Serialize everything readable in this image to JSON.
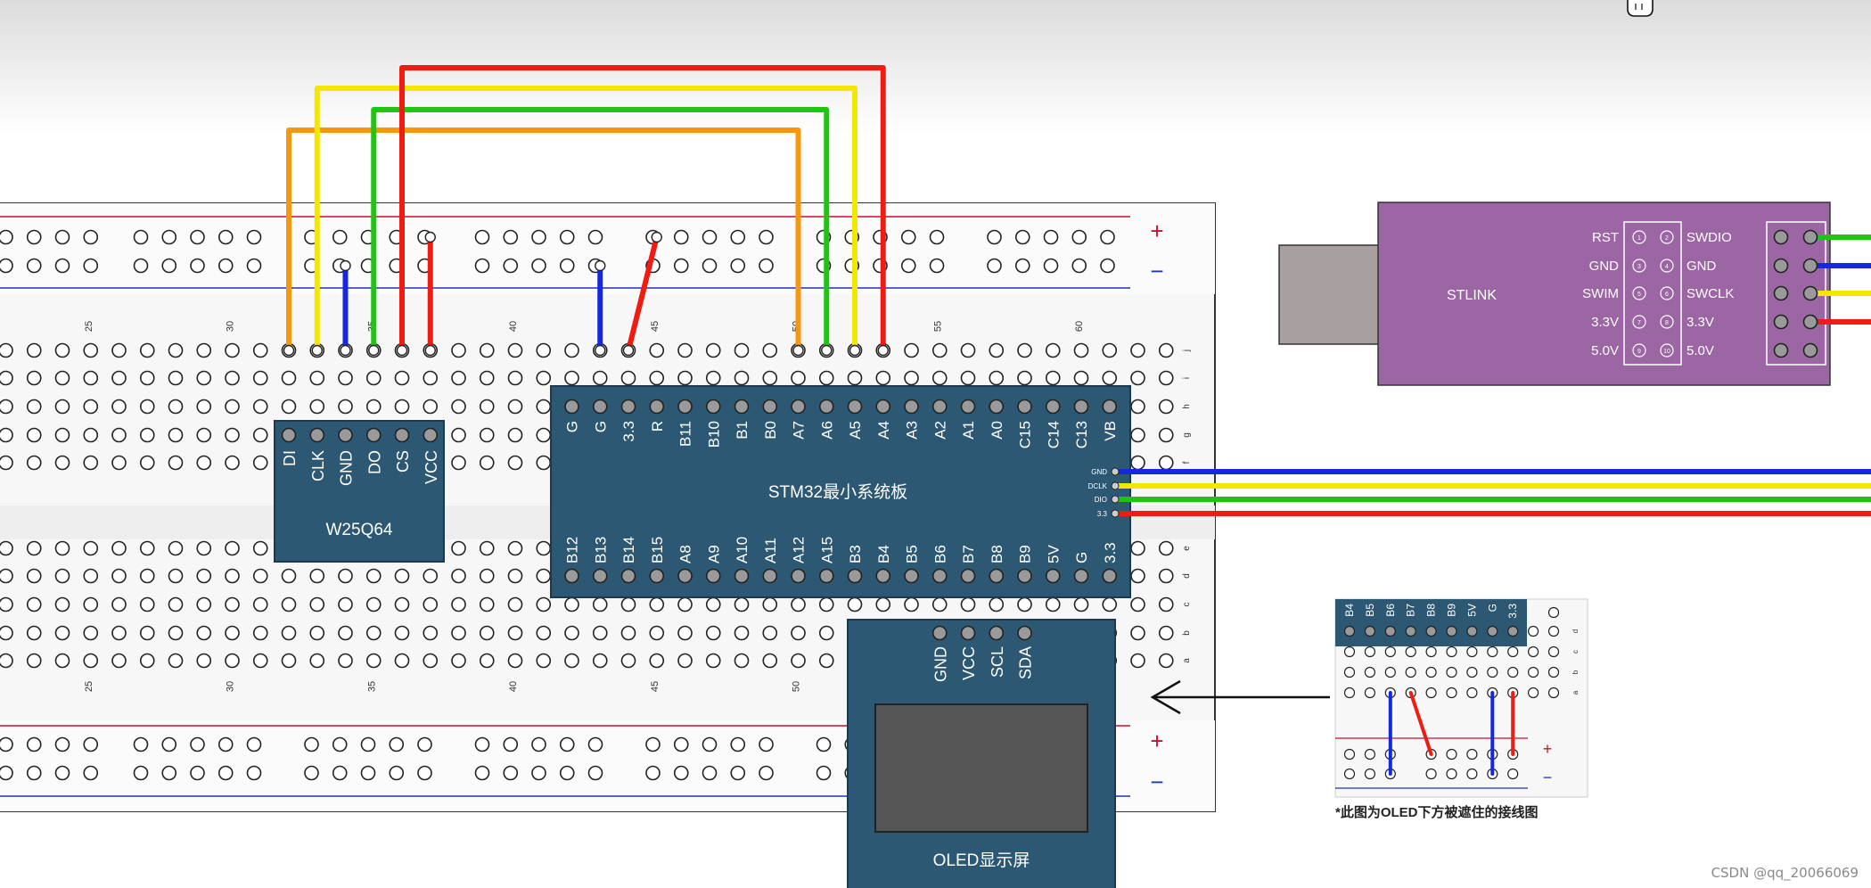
{
  "breadboard": {
    "column_numbers": [
      "25",
      "30",
      "35",
      "40",
      "45",
      "50",
      "55",
      "60"
    ],
    "row_letters": [
      "j",
      "i",
      "h",
      "g",
      "f",
      "e",
      "d",
      "c",
      "b",
      "a"
    ],
    "plus_sign": "+",
    "minus_sign": "−",
    "colors": {
      "red_rail": "#c8102e",
      "blue_rail": "#2033b8",
      "hole_stroke": "#222222"
    }
  },
  "w25q64": {
    "title": "W25Q64",
    "pins": [
      "DI",
      "CLK",
      "GND",
      "DO",
      "CS",
      "VCC"
    ],
    "color": "#2d5873"
  },
  "stm32": {
    "title": "STM32最小系统板",
    "top_pins": [
      "G",
      "G",
      "3.3",
      "R",
      "B11",
      "B10",
      "B1",
      "B0",
      "A7",
      "A6",
      "A5",
      "A4",
      "A3",
      "A2",
      "A1",
      "A0",
      "C15",
      "C14",
      "C13",
      "VB"
    ],
    "bottom_pins": [
      "B12",
      "B13",
      "B14",
      "B15",
      "A8",
      "A9",
      "A10",
      "A11",
      "A12",
      "A15",
      "B3",
      "B4",
      "B5",
      "B6",
      "B7",
      "B8",
      "B9",
      "5V",
      "G",
      "3.3"
    ],
    "side_pins": [
      "GND",
      "DCLK",
      "DIO",
      "3.3"
    ],
    "color": "#2d5873"
  },
  "oled": {
    "title": "OLED显示屏",
    "pins": [
      "GND",
      "VCC",
      "SCL",
      "SDA"
    ],
    "color": "#2d5873",
    "screen_color": "#555555"
  },
  "stlink": {
    "title": "STLINK",
    "left_labels": [
      "RST",
      "GND",
      "SWIM",
      "3.3V",
      "5.0V"
    ],
    "right_labels": [
      "SWDIO",
      "GND",
      "SWCLK",
      "3.3V",
      "5.0V"
    ],
    "pin_numbers": [
      "1",
      "2",
      "3",
      "4",
      "5",
      "6",
      "7",
      "8",
      "9",
      "10"
    ],
    "color": "#9b66a3"
  },
  "inset": {
    "pins": [
      "B4",
      "B5",
      "B6",
      "B7",
      "B8",
      "B9",
      "5V",
      "G",
      "3.3"
    ],
    "row_letters": [
      "d",
      "c",
      "b",
      "a"
    ],
    "caption": "*此图为OLED下方被遮住的接线图",
    "plus_sign": "+",
    "minus_sign": "−"
  },
  "wire_colors": {
    "red": "#ee1c12",
    "yellow": "#f5e600",
    "green": "#22c414",
    "blue": "#1428e0",
    "orange": "#f5980f"
  },
  "watermark": "CSDN @qq_20066069"
}
